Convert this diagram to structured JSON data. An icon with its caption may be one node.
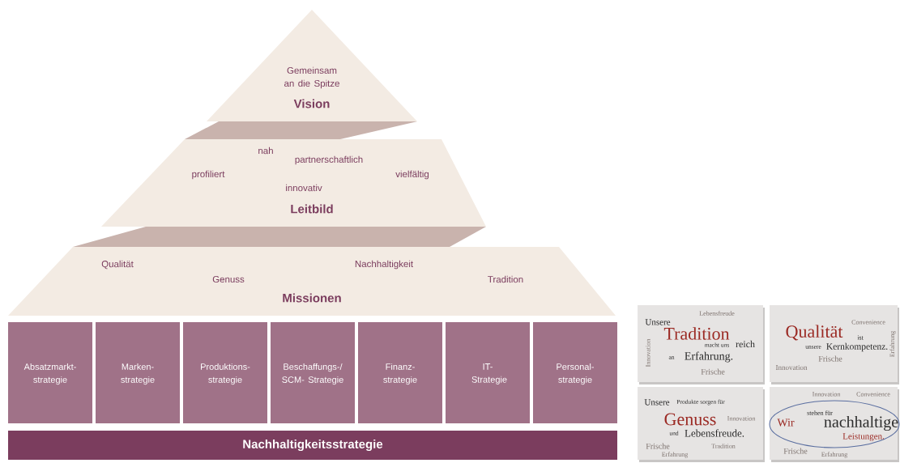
{
  "diagram": {
    "nodes": [
      {
        "text": [
          "Gemeinsam an die Spitze",
          "Vision"
        ]
      },
      {
        "text": [
          "nah",
          "partnerschaftlich",
          "profiliert",
          "vielfältig",
          "innovativ",
          "Leitbild"
        ]
      },
      {
        "text": [
          "Qualität",
          "Nachhaltigkeit",
          "Genuss",
          "Tradition",
          "Missionen"
        ]
      },
      {
        "text": [
          "Absatzmarkt- strategie"
        ]
      },
      {
        "text": [
          "Marken- strategie"
        ]
      },
      {
        "text": [
          "Produktions- strategie"
        ]
      },
      {
        "text": [
          "Beschaffungs-/ SCM- Strategie"
        ]
      },
      {
        "text": [
          "Finanz- strategie"
        ]
      },
      {
        "text": [
          "IT- Strategie"
        ]
      },
      {
        "text": [
          "Personal- strategie"
        ]
      },
      {
        "text": [
          "Nachhaltigkeitsstrategie"
        ]
      },
      {
        "text": [
          "Lebensfreude",
          "Unsere",
          "Tradition",
          "Innovation",
          "macht uns",
          "reich",
          "an",
          "Erfahrung.",
          "Frische"
        ]
      },
      {
        "text": [
          "Convenience",
          "Erfahrung",
          "Qualität",
          "ist",
          "unsere",
          "Kernkompetenz.",
          "Frische",
          "Innovation"
        ]
      },
      {
        "text": [
          "Unsere",
          "Produkte sorgen für",
          "Genuss",
          "Innovation",
          "und",
          "Lebensfreude.",
          "Frische",
          "Tradition",
          "Erfahrung"
        ]
      },
      {
        "text": [
          "Innovation",
          "Convenience",
          "stehen für",
          "Wir",
          "nachhaltige",
          "Leistungen.",
          "Frische",
          "Erfahrung"
        ]
      }
    ],
    "edges": []
  }
}
